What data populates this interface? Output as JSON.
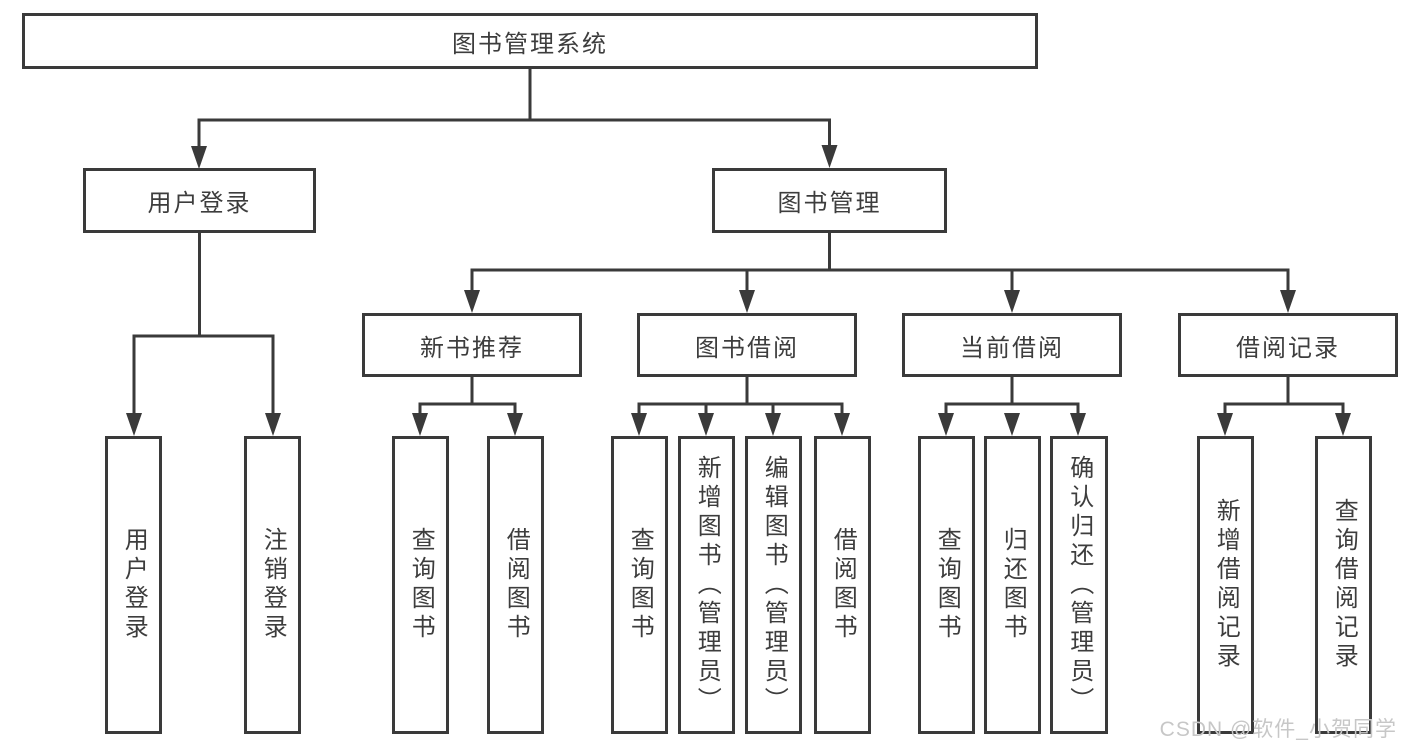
{
  "colors": {
    "line": "#3a3a3a",
    "text": "#3d3d3d",
    "node_background": "#ffffff",
    "page_background": "#ffffff",
    "watermark": "#c7c7c7"
  },
  "tree": {
    "label": "图书管理系统",
    "children": [
      {
        "label": "用户登录",
        "children": [
          {
            "label": "用户登录"
          },
          {
            "label": "注销登录"
          }
        ]
      },
      {
        "label": "图书管理",
        "children": [
          {
            "label": "新书推荐",
            "children": [
              {
                "label": "查询图书"
              },
              {
                "label": "借阅图书"
              }
            ]
          },
          {
            "label": "图书借阅",
            "children": [
              {
                "label": "查询图书"
              },
              {
                "label": "新增图书（管理员）"
              },
              {
                "label": "编辑图书（管理员）"
              },
              {
                "label": "借阅图书"
              }
            ]
          },
          {
            "label": "当前借阅",
            "children": [
              {
                "label": "查询图书"
              },
              {
                "label": "归还图书"
              },
              {
                "label": "确认归还（管理员）"
              }
            ]
          },
          {
            "label": "借阅记录",
            "children": [
              {
                "label": "新增借阅记录"
              },
              {
                "label": "查询借阅记录"
              }
            ]
          }
        ]
      }
    ]
  },
  "watermark": {
    "text": "CSDN @软件_小贺同学"
  }
}
